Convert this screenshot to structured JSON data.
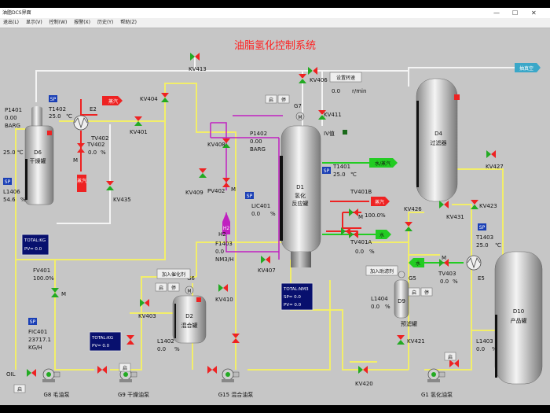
{
  "window": {
    "title": "油脂DCS界面",
    "menu": [
      "退出(L)",
      "显示(V)",
      "控制(W)",
      "报警(X)",
      "历史(Y)",
      "帮助(Z)"
    ]
  },
  "page_title": "油脂氢化控制系统",
  "colors": {
    "background": "#c6c6c6",
    "title": "#ff2020",
    "pipe_yellow": "#f2ee6a",
    "pipe_white": "#f4f4f4",
    "pipe_magenta": "#c020c0",
    "pipe_red": "#ee2222",
    "pipe_green": "#22cc22",
    "valve_green": "#22aa22",
    "valve_red": "#ee2222",
    "sp_blue": "#1a3fb5",
    "panel_navy": "#08106e"
  },
  "tags": {
    "KV413": "KV413",
    "KV406": "KV406",
    "KV404": "KV404",
    "KV401": "KV401",
    "KV411": "KV411",
    "KV408": "KV408",
    "KV409": "KV409",
    "KV435": "KV435",
    "KV407": "KV407",
    "KV403": "KV403",
    "KV410": "KV410",
    "KV426": "KV426",
    "KV427": "KV427",
    "KV431": "KV431",
    "KV423": "KV423",
    "KV421": "KV421",
    "KV420": "KV420",
    "TV402": "TV402",
    "PV402": "PV402",
    "TV401B": "TV401B",
    "TV401A": "TV401A",
    "TV403": "TV403",
    "FV401": "FV401",
    "E2": "E2",
    "E5": "E5",
    "G5": "G5",
    "G6": "G6",
    "G7": "G7",
    "H2": "H2"
  },
  "vessels": {
    "D6": {
      "id": "D6",
      "name": "干燥罐"
    },
    "D1": {
      "id": "D1",
      "name1": "氢化",
      "name2": "反应罐"
    },
    "D4": {
      "id": "D4",
      "name": "过滤器"
    },
    "D2": {
      "id": "D2",
      "name": "混合罐"
    },
    "D9": {
      "id": "D9",
      "name": "预滤罐"
    },
    "D10": {
      "id": "D10",
      "name": "产品罐"
    }
  },
  "pumps": {
    "G8": "G8 毛油泵",
    "G9": "G9 干燥油泵",
    "G15": "G15 混合油泵",
    "G1": "G1 氢化油泵"
  },
  "streams": {
    "exhaust": "抽真空",
    "steam": "蒸汽",
    "water_steam": "水/蒸汽",
    "water": "水",
    "oil": "OIL"
  },
  "instruments": {
    "P1401": {
      "tag": "P1401",
      "value": "0.00",
      "unit": "BARG"
    },
    "T1402": {
      "tag": "T1402",
      "value": "25.0",
      "unit": "℃"
    },
    "D6_temp": "25.0 ℃",
    "L1406": {
      "tag": "L1406",
      "value": "54.6",
      "unit": "%"
    },
    "TV402": {
      "value": "0.0",
      "unit": "%"
    },
    "P1402": {
      "tag": "P1402",
      "value": "0.00",
      "unit": "BARG"
    },
    "LIC401": {
      "tag": "LIC401",
      "value": "0.0",
      "unit": "%"
    },
    "F1403": {
      "tag": "F1403",
      "value": "0.0",
      "unit": "NM3/H"
    },
    "speed": {
      "value": "0.0",
      "unit": "r/min"
    },
    "iv": "IV值",
    "T1401": {
      "tag": "T1401",
      "value": "25.0",
      "unit": "℃"
    },
    "TV401B": {
      "value": "100.0",
      "unit": "%"
    },
    "TV401A": {
      "value": "0.0",
      "unit": "%"
    },
    "T1403": {
      "tag": "T1403",
      "value": "25.0",
      "unit": "℃"
    },
    "TV403": {
      "value": "0.0",
      "unit": "%"
    },
    "FV401": {
      "value": "100.0",
      "unit": "%"
    },
    "FIC401": {
      "tag": "FIC401",
      "value": "23717.1",
      "unit": "KG/H"
    },
    "L1402": {
      "tag": "L1402",
      "value": "0.0",
      "unit": "%"
    },
    "L1404": {
      "tag": "L1404",
      "value": "0.0",
      "unit": "%"
    },
    "L1403": {
      "tag": "L1403",
      "value": "0.0",
      "unit": "%"
    }
  },
  "panels": {
    "total_kg_1": {
      "title": "TOTAL:KG",
      "pv": "PV=  0.0"
    },
    "total_kg_2": {
      "title": "TOTAL:KG",
      "pv": "PV=  0.0"
    },
    "total_nm3": {
      "title": "TOTAL:NM3",
      "sp": "SP=  0.0",
      "pv": "PV=  0.0"
    }
  },
  "buttons": {
    "start": "启",
    "stop": "停",
    "set_speed": "设置转速",
    "add_catalyst": "加入催化剂",
    "add_filter_aid": "加入助滤剂"
  },
  "sp": "SP",
  "m": "M"
}
